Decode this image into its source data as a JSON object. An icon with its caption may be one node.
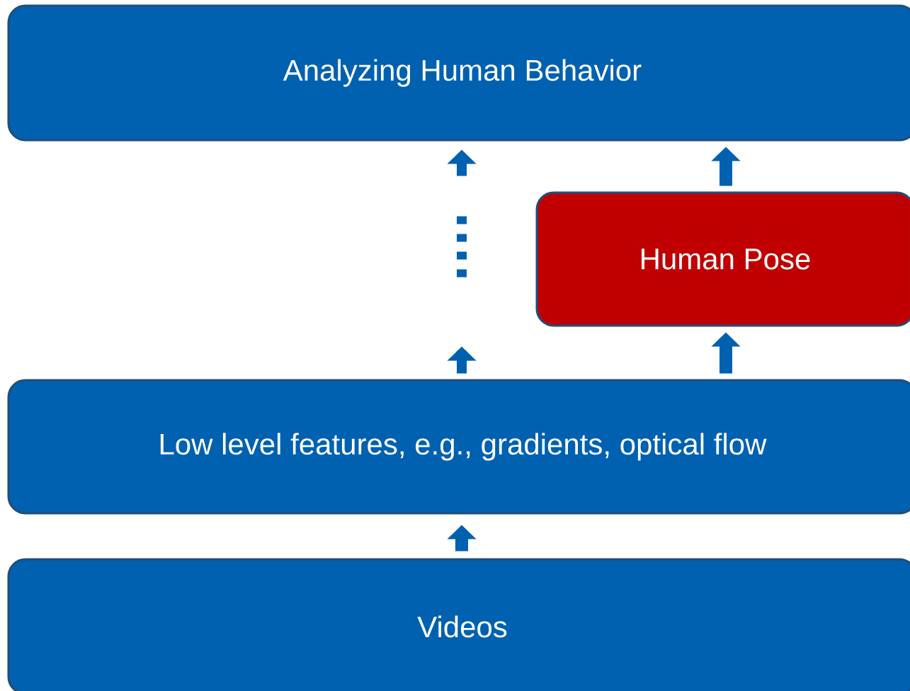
{
  "diagram": {
    "nodes": [
      {
        "text": [
          "Analyzing Human Behavior"
        ]
      },
      {
        "text": [
          "Human Pose"
        ]
      },
      {
        "text": [
          "Low level features, e.g., gradients, optical flow"
        ]
      },
      {
        "text": [
          "Videos"
        ]
      }
    ],
    "edges": [
      {
        "from": 3,
        "to": 2,
        "arrow": "to"
      },
      {
        "from": 2,
        "to": 1,
        "arrow": "to"
      },
      {
        "from": 1,
        "to": 0,
        "arrow": "to"
      },
      {
        "from": 2,
        "to": 0,
        "arrow": "to",
        "style": "dashed"
      }
    ]
  }
}
